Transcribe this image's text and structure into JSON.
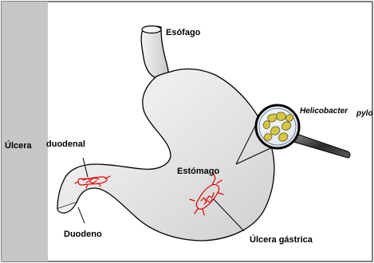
{
  "labels": {
    "esofago": "Esófago",
    "ulcera_duodenal_part1": "Úlcera",
    "ulcera_duodenal_part2": "duodenal",
    "estomago": "Estómago",
    "duodeno": "Duodeno",
    "ulcera_gastrica": "Úlcera gástrica",
    "helicobacter_part1": "Helicobacter",
    "helicobacter_part2": "pylo"
  },
  "colors": {
    "stomach_fill": "#dcdcdc",
    "left_panel": "#c8c8c8",
    "ulcer": "#e00000",
    "bacteria_fill": "#d8c84a",
    "lens_ring": "#000000",
    "handle": "#3a3a3a"
  },
  "icons": {
    "magnifier": "magnifier-icon",
    "ulcer_duodenal": "ulcer-duodenal-icon",
    "ulcer_gastric": "ulcer-gastric-icon"
  }
}
